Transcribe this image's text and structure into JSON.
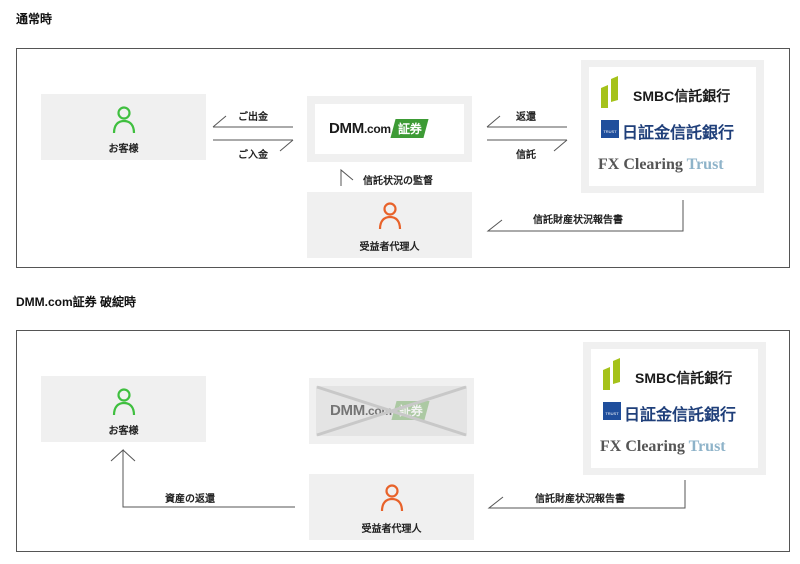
{
  "section_normal": {
    "title": "通常時",
    "customer_label": "お客様",
    "agent_label": "受益者代理人",
    "dmm_brand": {
      "name": "DMM",
      "suffix": ".com",
      "badge": "証券"
    },
    "arrow_withdraw": "ご出金",
    "arrow_deposit": "ご入金",
    "arrow_return": "返還",
    "arrow_trust": "信託",
    "arrow_monitor": "信託状況の監督",
    "arrow_report": "信託財産状況報告書"
  },
  "section_failure": {
    "title": "DMM.com証券 破綻時",
    "customer_label": "お客様",
    "agent_label": "受益者代理人",
    "dmm_brand": {
      "name": "DMM",
      "suffix": ".com",
      "badge": "証券"
    },
    "arrow_asset_return": "資産の返還",
    "arrow_report": "信託財産状況報告書"
  },
  "banks": {
    "smbc": "SMBC信託銀行",
    "nissho": "日証金信託銀行",
    "nissho_badge": "TRUST",
    "fx_main": "FX Clearing ",
    "fx_trust": "Trust"
  },
  "colors": {
    "customer_icon": "#3fbf3f",
    "agent_icon": "#e8622a",
    "dmm_green": "#3d9b35",
    "smbc_green": "#a5c21a",
    "nissho_blue": "#1f4e9c",
    "line": "#555555"
  }
}
